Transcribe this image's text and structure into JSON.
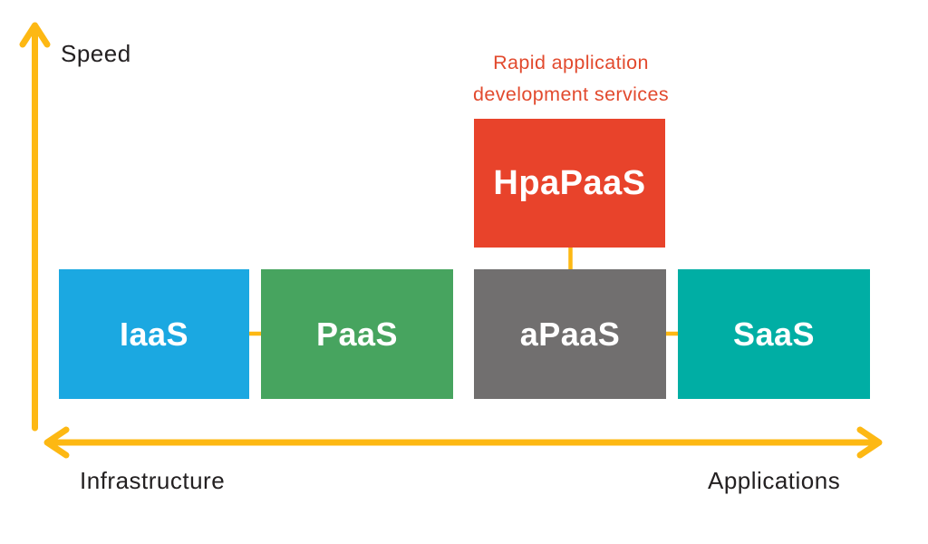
{
  "diagram": {
    "vertical_axis_label": "Speed",
    "horizontal_axis": {
      "left_label": "Infrastructure",
      "right_label": "Applications"
    },
    "caption": {
      "line1": "Rapid application",
      "line2": "development services",
      "color": "#e24a2e"
    },
    "boxes": [
      {
        "id": "iaas",
        "label": "IaaS",
        "color": "#1ba8e1"
      },
      {
        "id": "paas",
        "label": "PaaS",
        "color": "#47a45f"
      },
      {
        "id": "apaas",
        "label": "aPaaS",
        "color": "#716f6f"
      },
      {
        "id": "saas",
        "label": "SaaS",
        "color": "#00aea4"
      },
      {
        "id": "hpapaas",
        "label": "HpaPaaS",
        "color": "#e8432b"
      }
    ],
    "arrows": [
      {
        "id": "speed-axis",
        "from": "origin",
        "to": "up"
      },
      {
        "id": "infra-apps-axis",
        "from": "Infrastructure",
        "to": "Applications"
      },
      {
        "id": "iaas-to-paas",
        "from": "IaaS",
        "to": "PaaS"
      },
      {
        "id": "saas-to-apaas",
        "from": "SaaS",
        "to": "aPaaS"
      },
      {
        "id": "apaas-to-hpapaas",
        "from": "aPaaS",
        "to": "HpaPaaS"
      }
    ],
    "colors": {
      "arrow": "#fdb813",
      "text": "#232021",
      "box_label": "#ffffff",
      "background": "#ffffff"
    }
  }
}
